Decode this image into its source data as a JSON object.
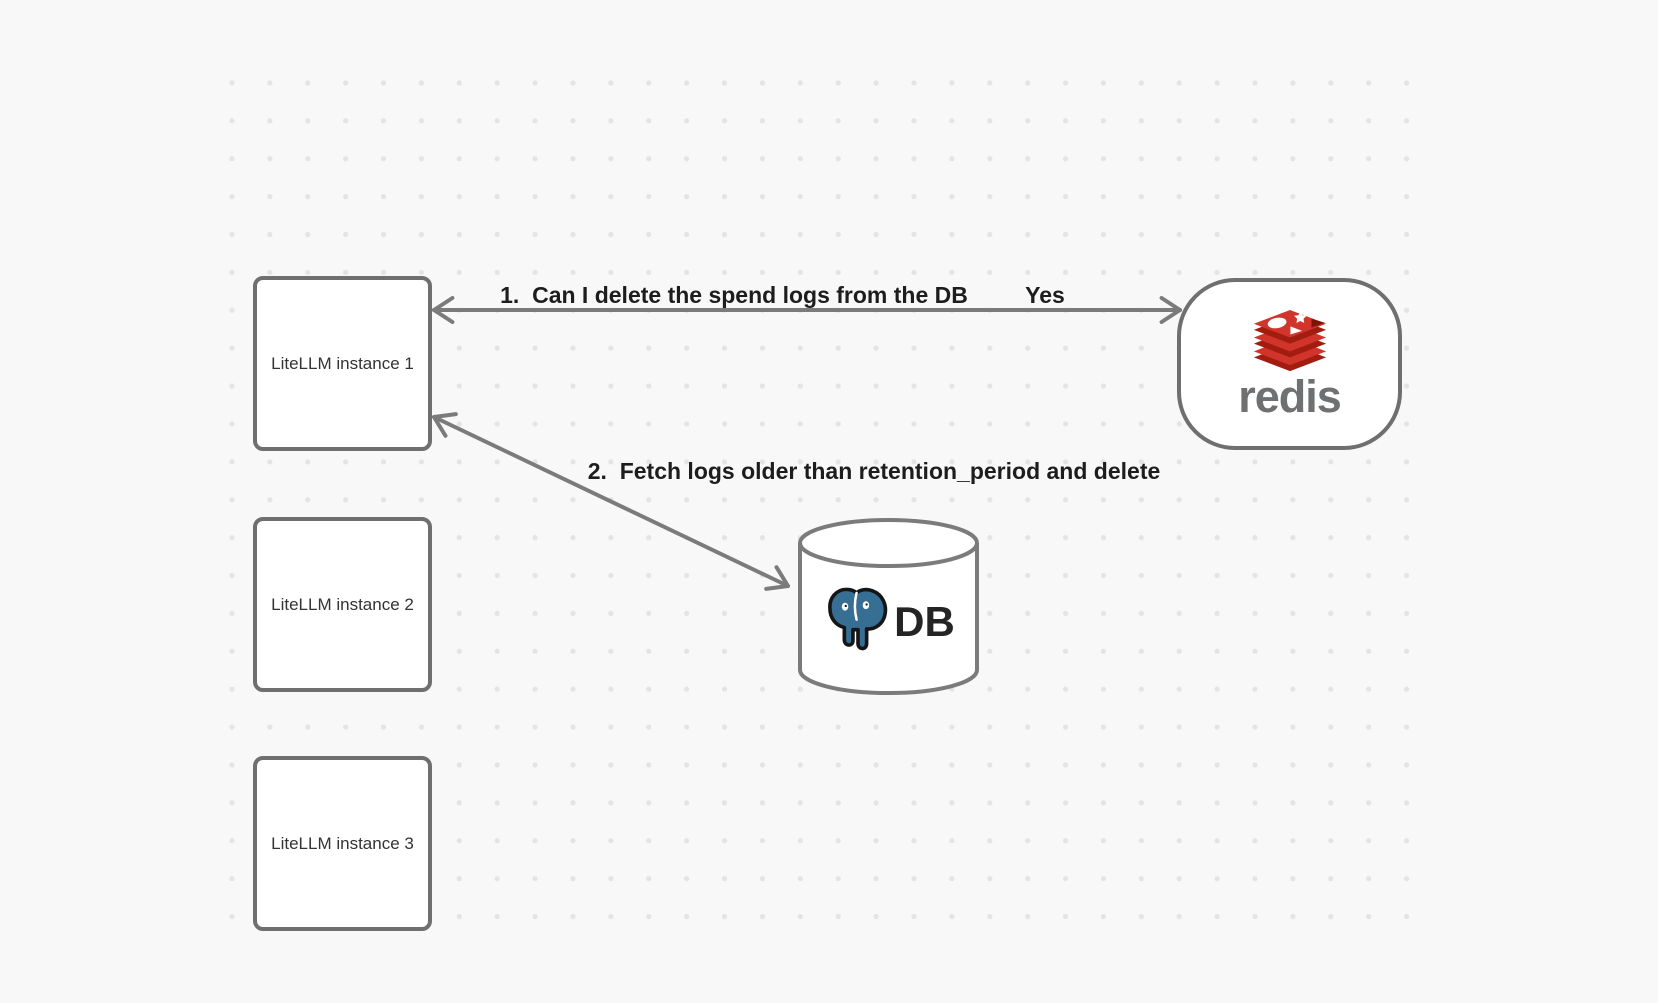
{
  "canvas": {
    "background_color": "#f8f8f8",
    "dot_color": "#e4e4e4"
  },
  "nodes": {
    "instances": [
      {
        "label": "LiteLLM instance 1"
      },
      {
        "label": "LiteLLM instance 2"
      },
      {
        "label": "LiteLLM instance 3"
      }
    ],
    "redis": {
      "wordmark": "redis",
      "icon": "redis-logo-icon",
      "red": "#d0342b",
      "dark_red": "#a21d10",
      "wordmark_color": "#6e7071"
    },
    "db": {
      "label": "DB",
      "icon": "postgresql-elephant-icon",
      "postgres_blue": "#366e94"
    }
  },
  "edges": [
    {
      "label": "1.  Can I delete the spend logs from the DB",
      "response": "Yes",
      "from": "LiteLLM instance 1",
      "to": "redis",
      "direction": "both"
    },
    {
      "label": "2.  Fetch logs older than retention_period and delete",
      "from": "LiteLLM instance 1",
      "to": "DB",
      "direction": "both"
    }
  ],
  "colors": {
    "node_border": "#6f6f6f",
    "arrow": "#7b7b7b",
    "label_text": "#1d1d1d",
    "instance_text": "#333333"
  }
}
